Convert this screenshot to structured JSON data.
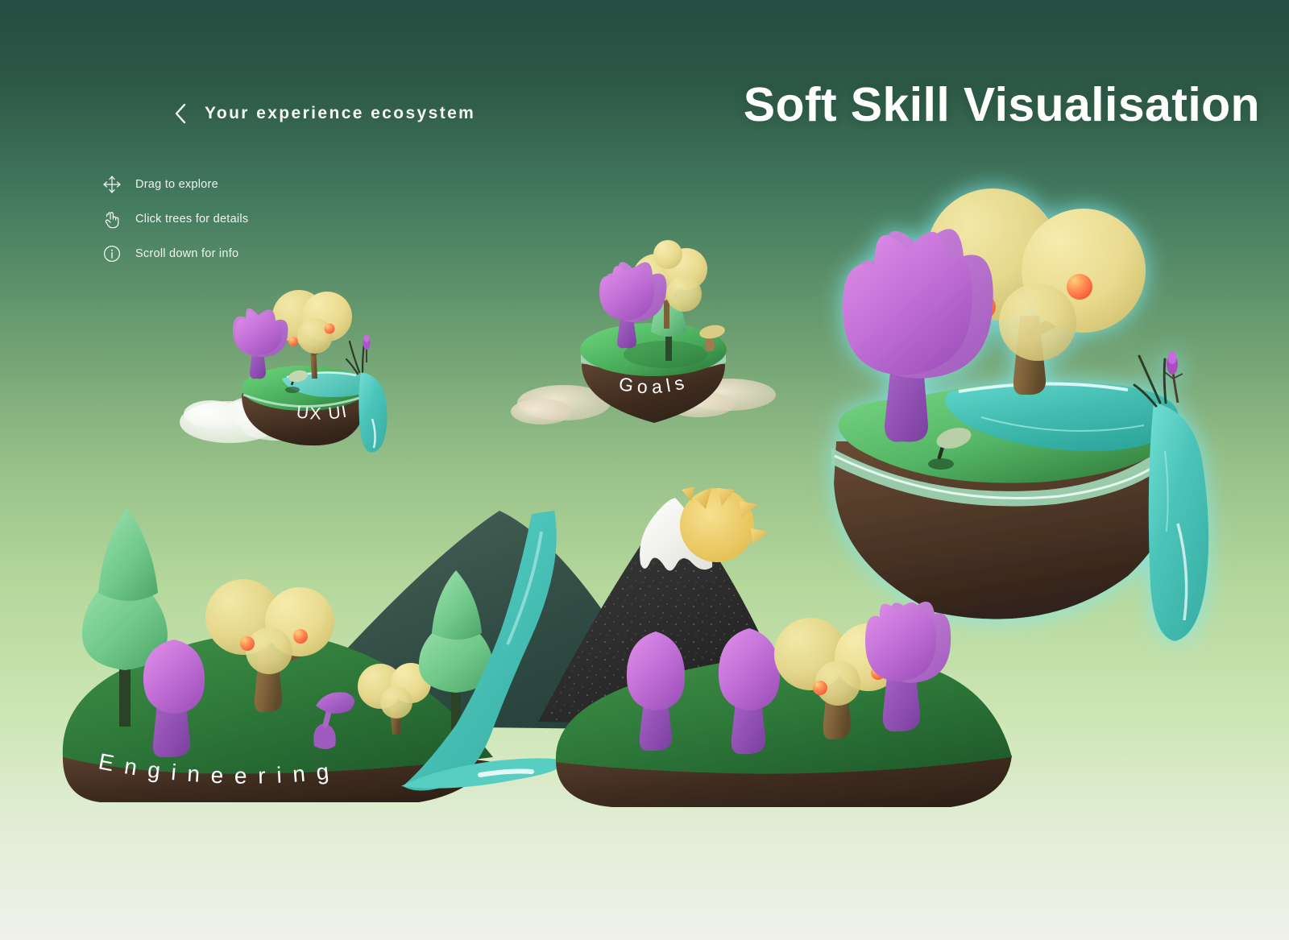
{
  "header": {
    "back_label": "Your experience ecosystem",
    "back_icon": "chevron-left-icon",
    "title": "Soft Skill Visualisation"
  },
  "hints": [
    {
      "icon": "move-arrows-icon",
      "text": "Drag to explore"
    },
    {
      "icon": "pointing-hand-icon",
      "text": "Click trees for details"
    },
    {
      "icon": "info-circle-icon",
      "text": "Scroll down for info"
    }
  ],
  "islands": [
    {
      "id": "ux-ui",
      "label": "UX UI",
      "letter_spacing": "2px"
    },
    {
      "id": "goals",
      "label": "Goals",
      "letter_spacing": "6px"
    },
    {
      "id": "engineering",
      "label": "Engineering",
      "letter_spacing": "14px"
    },
    {
      "id": "featured",
      "label": "",
      "letter_spacing": "0px"
    }
  ],
  "colors": {
    "sky_top": "#254d42",
    "sky_bottom": "#eff1ea",
    "grass_light": "#6dc87a",
    "grass_dark": "#2f7a3a",
    "soil": "#4a3325",
    "water": "#4cc4b8",
    "tree_purple": "#c471d8",
    "tree_yellow": "#e8dc90",
    "tree_green": "#7fcf9a",
    "trunk_brown": "#8a6a40",
    "fruit_orange": "#ff6a4a",
    "mountain_dark": "#2b2b2b",
    "snow": "#efefe9",
    "sun_yellow": "#f0cf63",
    "glow_cyan": "#7fe8f0",
    "label_text": "#ffffff",
    "cloud_white": "#fbfbf7",
    "cloud_beige": "#ded3bd"
  },
  "labels": {
    "ux_ui": "UX UI",
    "goals": "Goals",
    "engineering": "Engineering"
  }
}
